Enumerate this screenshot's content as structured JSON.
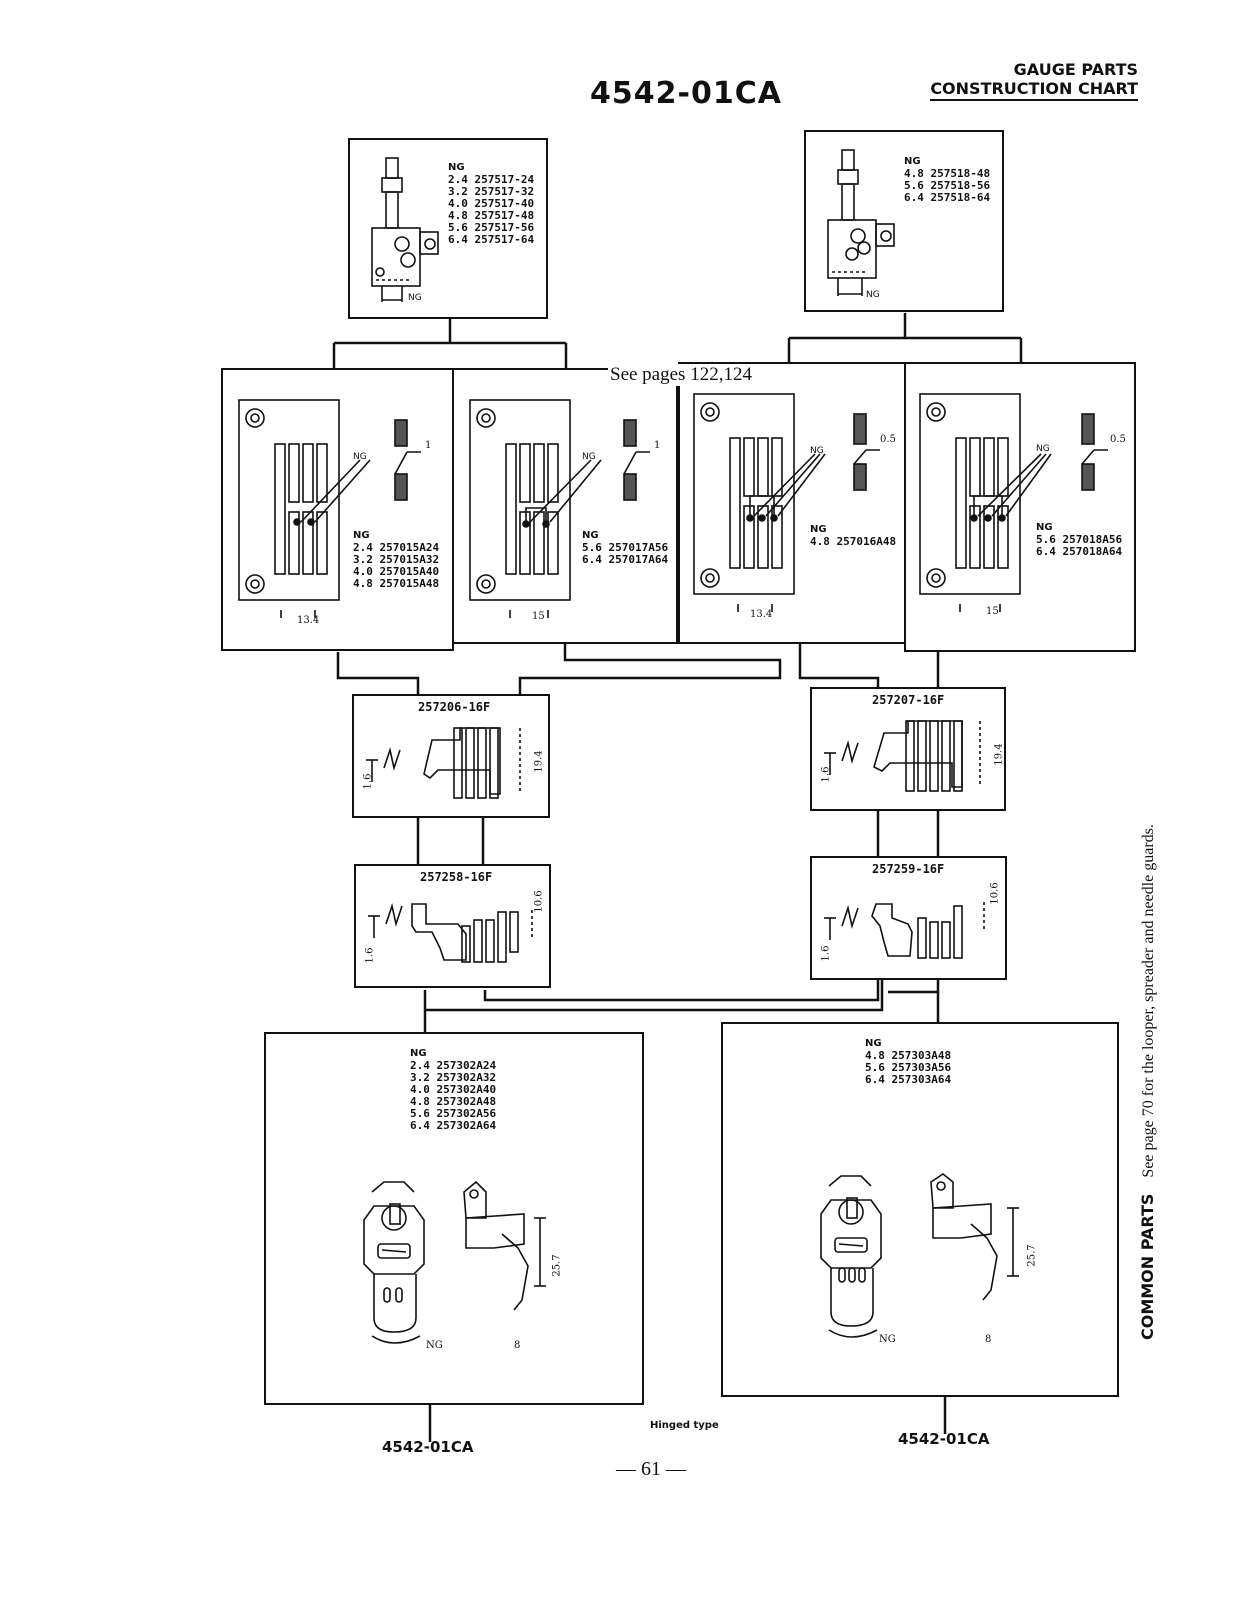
{
  "header": {
    "title": "4542-01CA",
    "section_line1": "GAUGE PARTS",
    "section_line2": "CONSTRUCTION CHART"
  },
  "needle_clamps": [
    {
      "ng_label": "NG",
      "parts": "2.4 257517-24\n3.2 257517-32\n4.0 257517-40\n4.8 257517-48\n5.6 257517-56\n6.4 257517-64",
      "dim_label": "NG"
    },
    {
      "ng_label": "NG",
      "parts": "4.8 257518-48\n5.6 257518-56\n6.4 257518-64",
      "dim_label": "NG"
    }
  ],
  "see_pages": "See pages 122,124",
  "needle_plates": [
    {
      "ng_label": "NG",
      "parts": "2.4 257015A24\n3.2 257015A32\n4.0 257015A40\n4.8 257015A48",
      "width": "13.4",
      "step": "1"
    },
    {
      "ng_label": "NG",
      "parts": "5.6 257017A56\n6.4 257017A64",
      "width": "15",
      "step": "1"
    },
    {
      "ng_label": "NG",
      "parts": "4.8 257016A48",
      "width": "13.4",
      "step": "0.5"
    },
    {
      "ng_label": "NG",
      "parts": "5.6 257018A56\n6.4 257018A64",
      "width": "15",
      "step": "0.5"
    }
  ],
  "main_feeds": [
    {
      "part": "257206-16F",
      "dim_a": "1.6",
      "dim_b": "19.4"
    },
    {
      "part": "257207-16F",
      "dim_a": "1.6",
      "dim_b": "19.4"
    }
  ],
  "diff_feeds": [
    {
      "part": "257258-16F",
      "dim_a": "1.6",
      "dim_b": "10.6"
    },
    {
      "part": "257259-16F",
      "dim_a": "1.6",
      "dim_b": "10.6"
    }
  ],
  "presser_feet": [
    {
      "ng_label": "NG",
      "parts": "2.4 257302A24\n3.2 257302A32\n4.0 257302A40\n4.8 257302A48\n5.6 257302A56\n6.4 257302A64",
      "dim_height": "25.7",
      "dim_width": "8",
      "dim_ng": "NG"
    },
    {
      "ng_label": "NG",
      "parts": "4.8 257303A48\n5.6 257303A56\n6.4 257303A64",
      "dim_height": "25.7",
      "dim_width": "8",
      "dim_ng": "NG"
    }
  ],
  "hinged_type": "Hinged type",
  "footer_models": [
    "4542-01CA",
    "4542-01CA"
  ],
  "common_parts": "COMMON PARTS",
  "side_note": "See page 70 for the looper, spreader and needle guards.",
  "page_number": "— 61 —"
}
